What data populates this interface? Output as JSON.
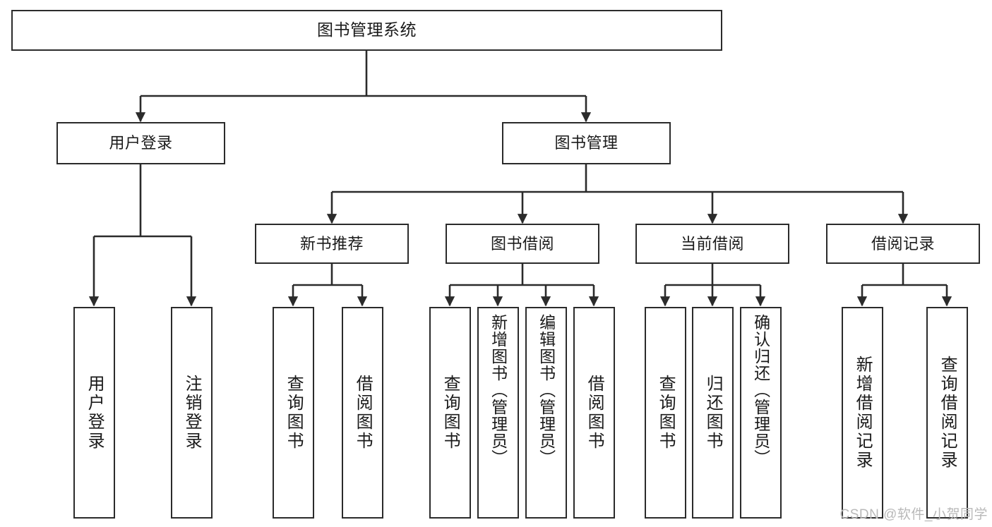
{
  "diagram": {
    "title": "图书管理系统",
    "type": "tree",
    "watermark": "CSDN @软件_小贺同学",
    "colors": {
      "node_border": "#2b2b2b",
      "node_fill": "#ffffff",
      "connector": "#2b2b2b",
      "background": "#ffffff",
      "watermark": "#b9b9b9"
    },
    "nodes": {
      "root": {
        "label": "图书管理系统"
      },
      "level1": [
        {
          "id": "user-login",
          "label": "用户登录"
        },
        {
          "id": "book-manage",
          "label": "图书管理"
        }
      ],
      "level2": [
        {
          "id": "new-book-recommend",
          "label": "新书推荐"
        },
        {
          "id": "book-borrow",
          "label": "图书借阅"
        },
        {
          "id": "current-borrow",
          "label": "当前借阅"
        },
        {
          "id": "borrow-record",
          "label": "借阅记录"
        }
      ],
      "leaves": {
        "user-login": [
          {
            "id": "leaf-user-login",
            "label": "用户登录"
          },
          {
            "id": "leaf-logout-login",
            "label": "注销登录"
          }
        ],
        "new-book-recommend": [
          {
            "id": "leaf-query-book-1",
            "label": "查询图书"
          },
          {
            "id": "leaf-borrow-book-1",
            "label": "借阅图书"
          }
        ],
        "book-borrow": [
          {
            "id": "leaf-query-book-2",
            "label": "查询图书"
          },
          {
            "id": "leaf-add-book",
            "label": "新增图书（管理员）"
          },
          {
            "id": "leaf-edit-book",
            "label": "编辑图书（管理员）"
          },
          {
            "id": "leaf-borrow-book-2",
            "label": "借阅图书"
          }
        ],
        "current-borrow": [
          {
            "id": "leaf-query-book-3",
            "label": "查询图书"
          },
          {
            "id": "leaf-return-book",
            "label": "归还图书"
          },
          {
            "id": "leaf-confirm-return",
            "label": "确认归还（管理员）"
          }
        ],
        "borrow-record": [
          {
            "id": "leaf-add-record",
            "label": "新增借阅记录"
          },
          {
            "id": "leaf-query-record",
            "label": "查询借阅记录"
          }
        ]
      }
    }
  }
}
